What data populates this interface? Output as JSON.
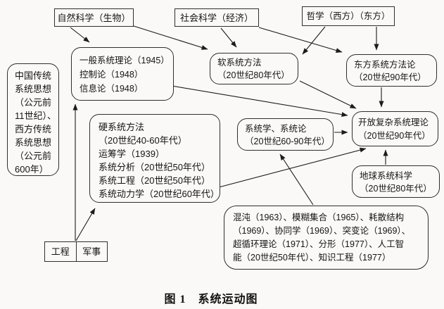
{
  "figure": {
    "caption": "图 1　系统运动图"
  },
  "colors": {
    "border": "#2e2e2e",
    "background": "#faf9f7",
    "text": "#141414"
  },
  "nodes": {
    "natural_science": {
      "label": "自然科学（生物）"
    },
    "social_science": {
      "label": "社会科学（经济）"
    },
    "philosophy": {
      "label": "哲学（西方）（东方）"
    },
    "chinese_western_traditional": {
      "label": "中国传统\n系统思想\n（公元前\n11世纪）、\n西方传统\n系统思想\n（公元前\n600年）"
    },
    "general_systems_theory": {
      "label": "一般系统理论（1945）\n控制论（1948）\n信息论（1948）"
    },
    "soft_systems_method": {
      "label": "软系统方法\n（20世纪80年代）"
    },
    "eastern_systems_methodology": {
      "label": "东方系统方法论\n（20世纪90年代）"
    },
    "hard_systems_method": {
      "label": "硬系统方法\n（20世纪40-60年代）\n运筹学（1939）\n系统分析（20世纪50年代）\n系统工程（20世纪50年代）\n系统动力学（20世纪60年代）"
    },
    "systemology": {
      "label": "系统学、系统论\n（20世纪60-90年代）"
    },
    "open_complex_systems_theory": {
      "label": "开放复杂系统理论\n（20世纪90年代）"
    },
    "earth_systems_science": {
      "label": "地球系统科学\n（20世纪80年代）"
    },
    "complexity_theories": {
      "label": "混沌（1963）、模糊集合（1965）、耗散结构\n（1969）、协同学（1969）、突变论（1969）、\n超循环理论（1971）、分形（1977）、人工智\n能（20世纪50年代）、知识工程（1977）"
    },
    "engineering": {
      "label": "工程"
    },
    "military": {
      "label": "军事"
    }
  },
  "edges": [
    {
      "from": "natural_science",
      "to": "general_systems_theory"
    },
    {
      "from": "natural_science",
      "to": "soft_systems_method"
    },
    {
      "from": "social_science",
      "to": "soft_systems_method"
    },
    {
      "from": "social_science",
      "to": "eastern_systems_methodology"
    },
    {
      "from": "philosophy",
      "to": "soft_systems_method"
    },
    {
      "from": "philosophy",
      "to": "eastern_systems_methodology"
    },
    {
      "from": "eastern_systems_methodology",
      "to": "open_complex_systems_theory"
    },
    {
      "from": "general_systems_theory",
      "to": "open_complex_systems_theory"
    },
    {
      "from": "soft_systems_method",
      "to": "open_complex_systems_theory"
    },
    {
      "from": "systemology",
      "to": "open_complex_systems_theory"
    },
    {
      "from": "hard_systems_method",
      "to": "open_complex_systems_theory"
    },
    {
      "from": "complexity_theories",
      "to": "systemology"
    },
    {
      "from": "earth_systems_science",
      "to": "open_complex_systems_theory"
    },
    {
      "from": "engineering_military",
      "to": "general_systems_theory"
    },
    {
      "from": "engineering_military",
      "to": "hard_systems_method"
    }
  ]
}
